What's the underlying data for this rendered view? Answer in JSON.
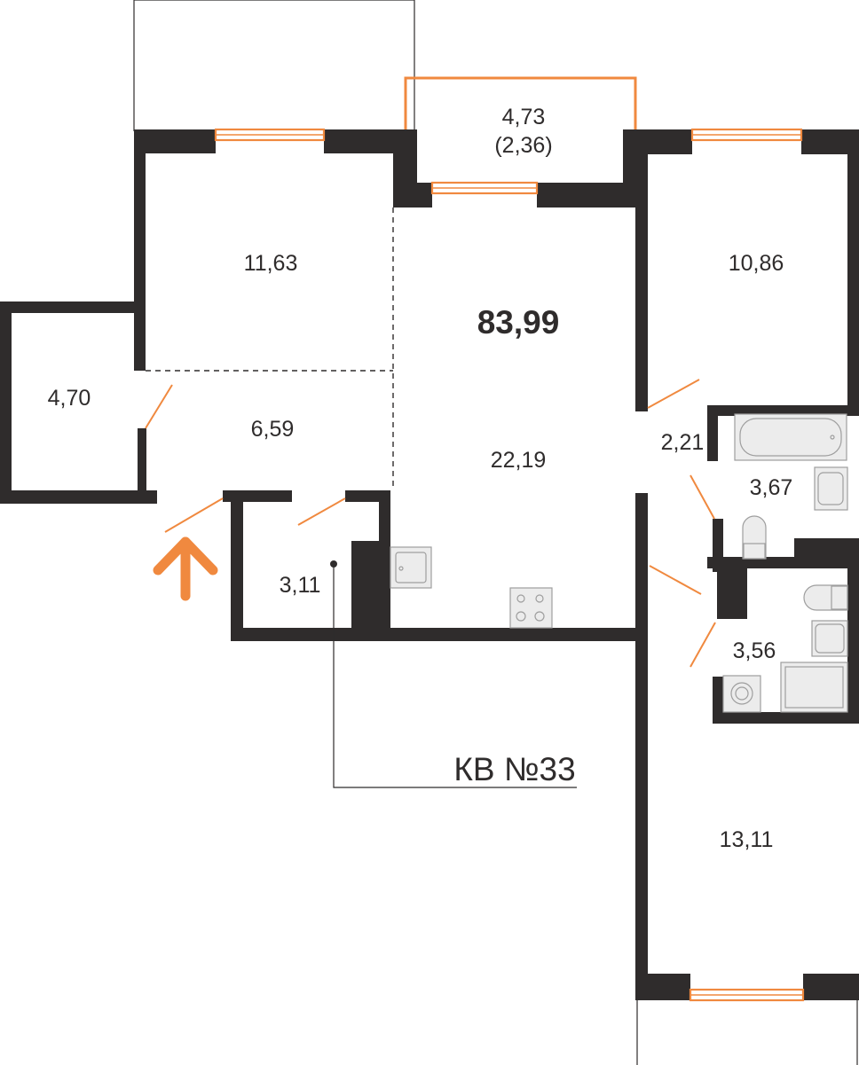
{
  "plan": {
    "total_area": "83,99",
    "apartment_label": "КВ №33",
    "colors": {
      "wall": "#2f2c2c",
      "accent": "#f0893f",
      "fixture": "#ececec"
    },
    "entrance_icon": "arrow-up-icon",
    "rooms": [
      {
        "id": "bedroom-top-left",
        "area": "11,63"
      },
      {
        "id": "storage-left",
        "area": "4,70"
      },
      {
        "id": "hall",
        "area": "6,59"
      },
      {
        "id": "balcony",
        "area": "4,73",
        "area_secondary": "(2,36)"
      },
      {
        "id": "living-kitchen",
        "area": "22,19"
      },
      {
        "id": "bedroom-top-right",
        "area": "10,86"
      },
      {
        "id": "corridor",
        "area": "2,21"
      },
      {
        "id": "bathroom-upper",
        "area": "3,67"
      },
      {
        "id": "bathroom-lower",
        "area": "3,56"
      },
      {
        "id": "wardrobe",
        "area": "3,11"
      },
      {
        "id": "bedroom-bottom-right",
        "area": "13,11"
      }
    ]
  }
}
